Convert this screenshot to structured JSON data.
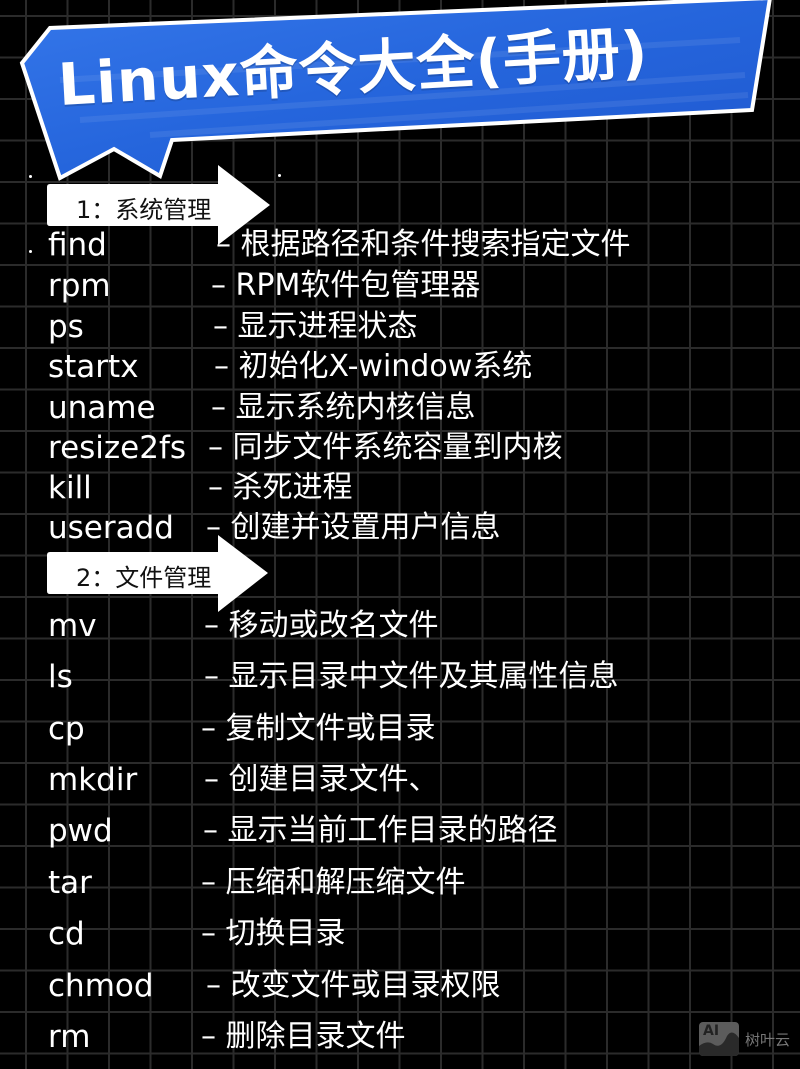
{
  "banner": {
    "title": "Linux命令大全(手册)",
    "fill_color": "#2a6ae0",
    "border_color": "#ffffff"
  },
  "sections": [
    {
      "label": "1：系统管理",
      "commands": [
        {
          "cmd": "find",
          "desc": "– 根据路径和条件搜索指定文件"
        },
        {
          "cmd": "rpm",
          "desc": "– RPM软件包管理器"
        },
        {
          "cmd": "ps",
          "desc": "– 显示进程状态"
        },
        {
          "cmd": "startx",
          "desc": "– 初始化X-window系统"
        },
        {
          "cmd": "uname",
          "desc": "– 显示系统内核信息"
        },
        {
          "cmd": "resize2fs",
          "desc": "– 同步文件系统容量到内核"
        },
        {
          "cmd": "kill",
          "desc": "– 杀死进程"
        },
        {
          "cmd": "useradd",
          "desc": "– 创建并设置用户信息"
        }
      ]
    },
    {
      "label": "2：文件管理",
      "commands": [
        {
          "cmd": "mv",
          "desc": "– 移动或改名文件"
        },
        {
          "cmd": "ls",
          "desc": "– 显示目录中文件及其属性信息"
        },
        {
          "cmd": "cp",
          "desc": "– 复制文件或目录"
        },
        {
          "cmd": "mkdir",
          "desc": "– 创建目录文件、"
        },
        {
          "cmd": "pwd",
          "desc": "– 显示当前工作目录的路径"
        },
        {
          "cmd": "tar",
          "desc": "– 压缩和解压缩文件"
        },
        {
          "cmd": "cd",
          "desc": "– 切换目录"
        },
        {
          "cmd": "chmod",
          "desc": "– 改变文件或目录权限"
        },
        {
          "cmd": "rm",
          "desc": "– 删除目录文件"
        }
      ]
    }
  ],
  "watermark": {
    "icon_label": "AI",
    "text": "树叶云"
  },
  "colors": {
    "background": "#000000",
    "grid": "#2b2b2b",
    "text": "#ffffff",
    "arrow_fill": "#ffffff",
    "arrow_text": "#111111"
  }
}
